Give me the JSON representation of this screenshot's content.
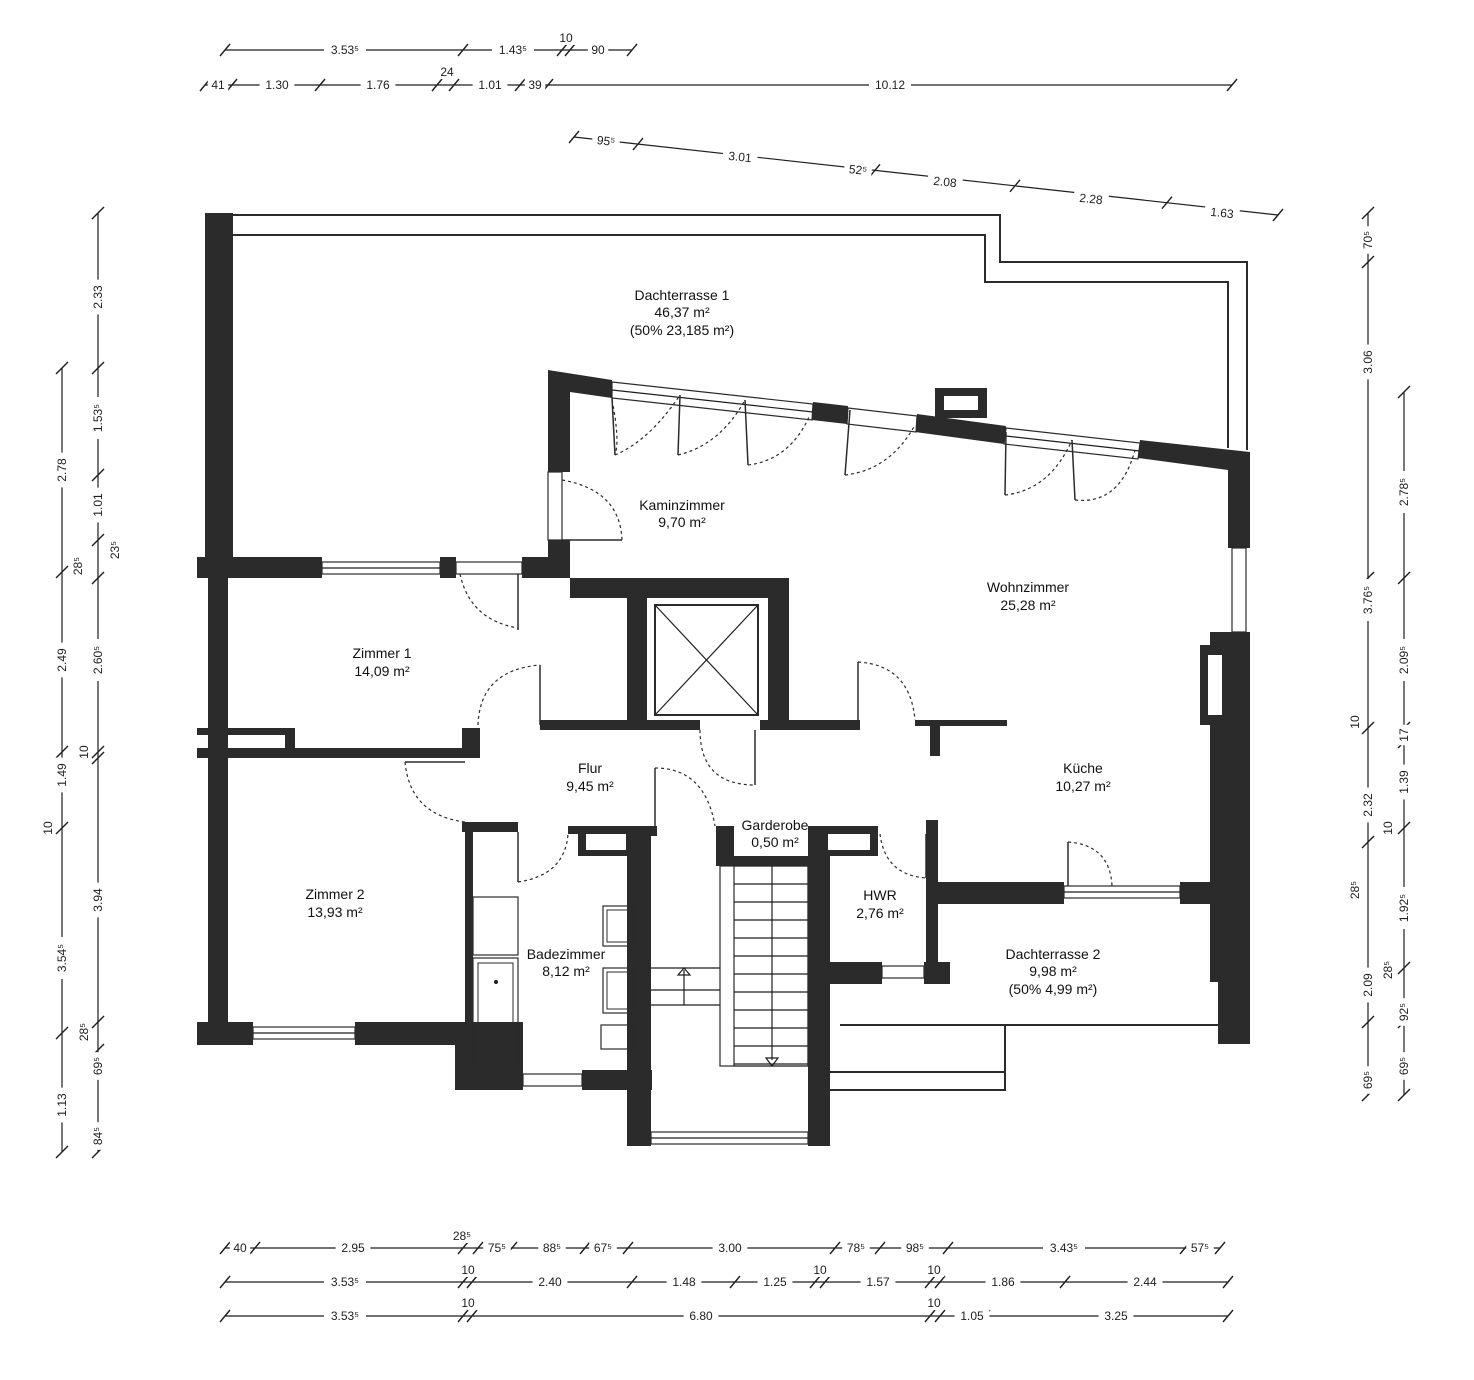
{
  "rooms": {
    "dachterrasse1": {
      "name": "Dachterrasse 1",
      "area": "46,37 m²",
      "note": "(50% 23,185 m²)"
    },
    "kaminzimmer": {
      "name": "Kaminzimmer",
      "area": "9,70 m²"
    },
    "wohnzimmer": {
      "name": "Wohnzimmer",
      "area": "25,28 m²"
    },
    "zimmer1": {
      "name": "Zimmer 1",
      "area": "14,09 m²"
    },
    "flur": {
      "name": "Flur",
      "area": "9,45 m²"
    },
    "kueche": {
      "name": "Küche",
      "area": "10,27 m²"
    },
    "garderobe": {
      "name": "Garderobe",
      "area": "0,50 m²"
    },
    "zimmer2": {
      "name": "Zimmer 2",
      "area": "13,93 m²"
    },
    "badezimmer": {
      "name": "Badezimmer",
      "area": "8,12 m²"
    },
    "hwr": {
      "name": "HWR",
      "area": "2,76 m²"
    },
    "dachterrasse2": {
      "name": "Dachterrasse 2",
      "area": "9,98 m²",
      "note": "(50% 4,99 m²)"
    }
  },
  "dims": {
    "top1": [
      "3.53⁵",
      "1.43⁵",
      "10",
      "90"
    ],
    "top2": [
      "41",
      "1.30",
      "1.76",
      "24",
      "1.01",
      "39",
      "10.12"
    ],
    "diag": [
      "95⁵",
      "3.01",
      "52⁵",
      "2.08",
      "2.28",
      "1.63"
    ],
    "left1": [
      "2.78",
      "28⁵",
      "2.49",
      "1.49",
      "10",
      "3.54⁵",
      "1.13"
    ],
    "left2": [
      "2.33",
      "1.53⁵",
      "1.01",
      "23⁵",
      "2.60⁵",
      "10",
      "3.94",
      "28⁵",
      "69⁵",
      "84⁵"
    ],
    "right1": [
      "70⁵",
      "3.06",
      "3.76⁵",
      "10",
      "2.32",
      "28⁵",
      "2.09",
      "69⁵"
    ],
    "right2": [
      "2.78⁵",
      "2.09⁵",
      "17",
      "1.39",
      "10",
      "1.92⁵",
      "28⁵",
      "92⁵",
      "69⁵"
    ],
    "bot1": [
      "40",
      "2.95",
      "28⁵",
      "75⁵",
      "88⁵",
      "67⁵",
      "3.00",
      "78⁵",
      "98⁵",
      "3.43⁵",
      "57⁵"
    ],
    "bot2": [
      "3.53⁵",
      "10",
      "2.40",
      "1.48",
      "1.25",
      "10",
      "1.57",
      "10",
      "1.86",
      "2.44"
    ],
    "bot3": [
      "3.53⁵",
      "10",
      "6.80",
      "10",
      "1.05",
      "3.25"
    ]
  }
}
